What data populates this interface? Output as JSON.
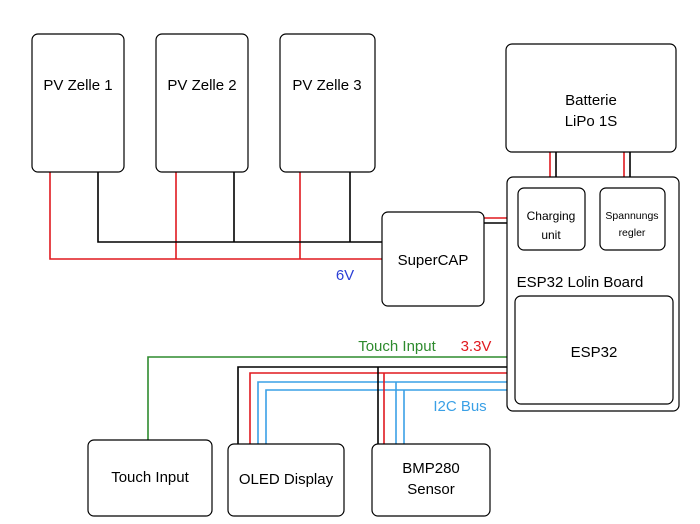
{
  "components": {
    "pv1": "PV Zelle 1",
    "pv2": "PV Zelle 2",
    "pv3": "PV Zelle 3",
    "battery_line1": "Batterie",
    "battery_line2": "LiPo 1S",
    "charging_line1": "Charging",
    "charging_line2": "unit",
    "regulator_line1": "Spannungs",
    "regulator_line2": "regler",
    "board": "ESP32 Lolin Board",
    "esp32": "ESP32",
    "supercap": "SuperCAP",
    "touch_input": "Touch Input",
    "oled": "OLED Display",
    "bmp_line1": "BMP280",
    "bmp_line2": "Sensor"
  },
  "labels": {
    "v6": "6V",
    "v33": "3.3V",
    "touch_wire": "Touch Input",
    "i2c": "I2C Bus"
  },
  "colors": {
    "ground": "#000000",
    "power": "#e0191f",
    "touch_signal": "#2e8b2e",
    "i2c": "#3aa0e6",
    "v6_label": "#2b3fd6",
    "v33_label": "#e0191f",
    "i2c_label": "#3aa0e6"
  }
}
